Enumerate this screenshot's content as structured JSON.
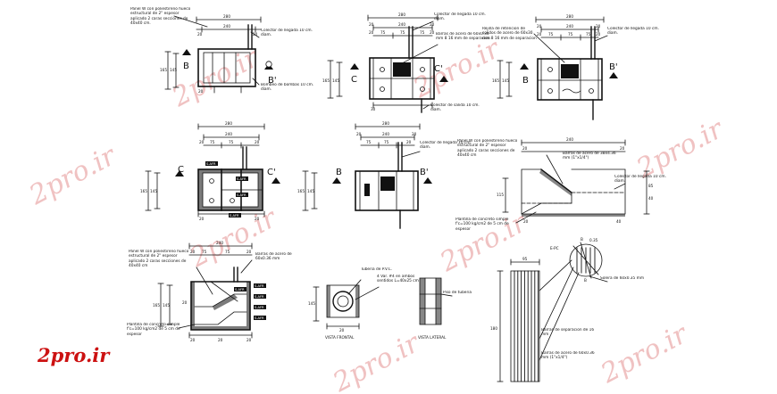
{
  "watermark": {
    "text": "2pro.ir",
    "color": "#f0c2c2"
  },
  "brand": {
    "text": "2pro.ir",
    "color": "#cc1111"
  },
  "drawings": {
    "d1": {
      "dims": [
        "280",
        "240",
        "20",
        "20",
        "20",
        "165",
        "145"
      ],
      "section_marks": [
        "B",
        "B'"
      ],
      "notes": [
        "Panel W con poliestireno hueco estructural de 2\" espesor aplicado 2 caras secciones de 40x40 cm.",
        "Colector de llegada 10 cm. diam.",
        "Bombeo de bombas 10 cm. diam."
      ]
    },
    "d2": {
      "dims": [
        "280",
        "20",
        "240",
        "20",
        "20",
        "75",
        "75",
        "75",
        "20",
        "165",
        "145",
        "30"
      ],
      "section_marks": [
        "C",
        "C'"
      ],
      "notes": [
        "Colector de llegada 10 cm. diam.",
        "Barras de acero de 60x0.36 mm 8 16 mm de separacion",
        "Colector de salida 10 cm. diam."
      ]
    },
    "d3": {
      "dims": [
        "280",
        "20",
        "240",
        "20",
        "20",
        "75",
        "75",
        "75",
        "20",
        "165",
        "145"
      ],
      "section_marks": [
        "B",
        "B'"
      ],
      "notes": [
        "Rejilla de retencion de solidos de acero de 60x30 mm 8 16 mm de separacion",
        "Colector de llegada 10 cm. diam."
      ]
    },
    "d4": {
      "dims": [
        "280",
        "240",
        "20",
        "75",
        "75",
        "20",
        "165",
        "145",
        "20",
        "20"
      ],
      "section_marks": [
        "C",
        "C'"
      ],
      "labels": [
        "S-AFR",
        "S-AFR",
        "S-AFR",
        "S-AFR"
      ]
    },
    "d5": {
      "dims": [
        "280",
        "20",
        "240",
        "20",
        "75",
        "75",
        "20",
        "165",
        "145"
      ],
      "section_marks": [
        "B",
        "B'"
      ],
      "notes": [
        "Colector de llegada 10 cm. diam."
      ]
    },
    "d6": {
      "dims": [
        "240",
        "20",
        "20",
        "85",
        "40",
        "115",
        "20",
        "40"
      ],
      "notes": [
        "Panel W con poliestireno hueco estructural de 2\" espesor aplicado 2 caras secciones de 40x40 cm",
        "Barras de acero de 38x4.36 mm (1\"x1/4\")",
        "Colector de llegada 10 cm. diam.",
        "Plantilla de concreto simple f'c=100 kg/cm2 de 5 cm de espesor"
      ]
    },
    "d7": {
      "dims": [
        "240",
        "20",
        "20",
        "75",
        "75",
        "20",
        "165",
        "145",
        "20",
        "20",
        "20"
      ],
      "labels": [
        "S-AFR",
        "S-AFR",
        "S-AFR",
        "S-AFR",
        "S-AFR"
      ],
      "notes": [
        "Panel W con poliestireno hueco estructural de 2\" espesor aplicado 2 caras secciones de 40x40 cm",
        "Barras de acero de 60x0.36 mm",
        "Plantilla de concreto simple f'c=100 kg/cm2 de 5 cm de espesor"
      ]
    },
    "d8": {
      "dims": [
        "145",
        "20"
      ],
      "notes": [
        "Tuberia de P.V.C.",
        "4 Var. #4 en ambos sentidos L=40x25 cm",
        "Piso de tuberia"
      ],
      "captions": [
        "VISTA FRONTAL",
        "VISTA LATERAL"
      ]
    },
    "d9": {
      "dims": [
        "95",
        "180",
        "0.35"
      ],
      "notes": [
        "Barras de separacion de 16 mm",
        "Barras de acero de 60x0.36 mm (1\"x1/4\")",
        "Solera de 60x0.35 mm"
      ],
      "labels": [
        "E-PC",
        "B",
        "B"
      ]
    }
  }
}
